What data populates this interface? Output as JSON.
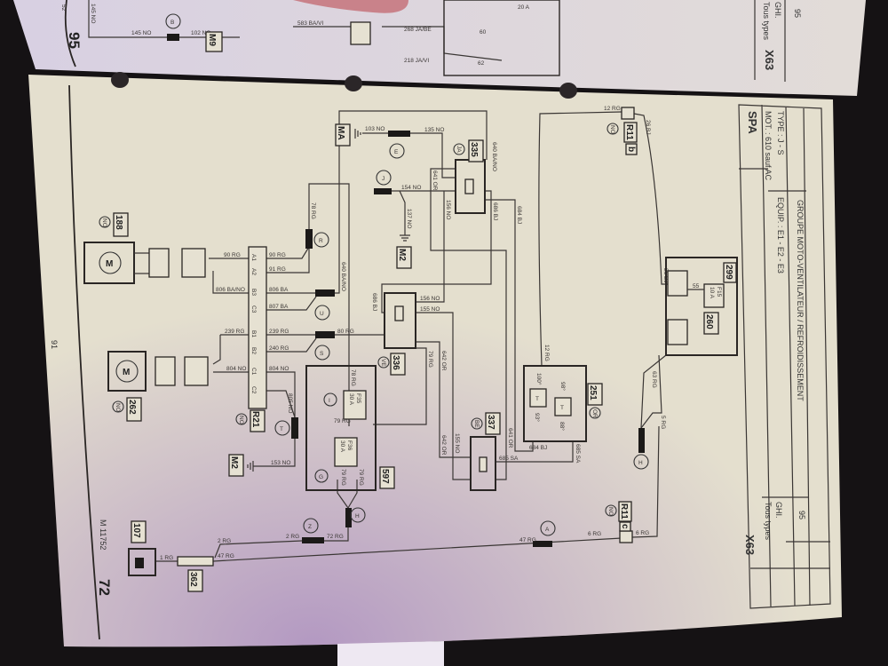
{
  "title_block": {
    "title": "GROUPE MOTO-VENTILATEUR / REFROIDISSEMENT",
    "brand": "SPA",
    "type": "TYPE : J - S",
    "equip": "EQUIP. : E1 - E2 - E3",
    "mot": "MOT. : 610 sauf AC",
    "number": "95",
    "ghi": "GHI.",
    "tous_types": "Tous types",
    "code": "X63"
  },
  "page": {
    "number": "72",
    "ref": "M 11752",
    "gutter_number": "91"
  },
  "prev_page": {
    "number": "95",
    "partial_ref": "52",
    "connector_b": "B",
    "wire_145": "145 NO",
    "wire_145b": "145 NO",
    "wire_102": "102 NO",
    "ground_m9": "M9",
    "wire_583": "583 BA/VI",
    "wire_268": "268 JA/BE",
    "wire_218": "218 JA/VI",
    "wire_60": "60",
    "wire_62": "62",
    "ghi": "GHI.",
    "tous_types": "Tous types",
    "code": "X63",
    "fuse": "20 A"
  },
  "components": {
    "c188": "188",
    "c262": "262",
    "r21": "R21",
    "c335": "335",
    "c336": "336",
    "c337": "337",
    "c597": "597",
    "c251": "251",
    "c299": "299",
    "c260": "260",
    "c107": "107",
    "c362": "362",
    "r11_top": "R11",
    "r11_top_sub": "b",
    "r11_bottom": "R11",
    "r11_bottom_sub": "c",
    "m2_a": "M2",
    "m2_b": "M2",
    "ma": "MA",
    "f35": "F35",
    "f36": "F36",
    "amp35": "30 A",
    "amp36": "30 A",
    "motor": "M",
    "thermo_t1": "T",
    "thermo_t2": "T",
    "f15": "F15",
    "amp15": "10 A"
  },
  "color_codes": {
    "c188": "NO",
    "c262": "NO",
    "r21": "NO",
    "c335": "JA",
    "c336": "VE",
    "c337": "BE",
    "c251": "OR",
    "r11": "NO"
  },
  "connectors": {
    "R": "R",
    "U": "U",
    "S": "S",
    "T": "T",
    "E": "E",
    "J": "J",
    "H": "H",
    "Z": "Z",
    "A": "A",
    "I": "I",
    "G": "G",
    "H2": "H"
  },
  "pins": {
    "A1": "A1",
    "A2": "A2",
    "B3": "B3",
    "C3": "C3",
    "B1": "B1",
    "B2": "B2",
    "C1": "C1",
    "C2": "C2"
  },
  "wires": {
    "w90a": "90 RG",
    "w90b": "90 RG",
    "w91": "91 RG",
    "w806a": "806 BA/NO",
    "w806b": "806 BA",
    "w807": "807 BA",
    "w239a": "239 RG",
    "w239b": "239 RG",
    "w240": "240 RG",
    "w804a": "804 NO",
    "w804b": "804 NO",
    "w805": "805 NO",
    "w153": "153 NO",
    "w78": "78 RG",
    "w640": "640 BA/NO",
    "w80": "80 RG",
    "w103": "103 NO",
    "w135": "135 NO",
    "w154": "154 NO",
    "w137": "137 NO",
    "w641a": "641 OR",
    "w641b": "641 OR",
    "w156a": "156 NO",
    "w156b": "156 NO",
    "w155a": "155 NO",
    "w155b": "155 NO",
    "w686a": "686 BJ",
    "w686b": "686 BJ",
    "w684a": "684 BJ",
    "w684b": "684 BJ",
    "w642a": "642 OR",
    "w642b": "642 OR",
    "w79a": "79 RG",
    "w79b": "79 RG",
    "w685a": "685 SA",
    "w685b": "685 SA",
    "w12a": "12 RG",
    "w12b": "12 RG",
    "w26a": "26 BJ",
    "w26b": "26 BJ",
    "w63": "63 RG",
    "w5": "5 RG",
    "w6a": "6 RG",
    "w6b": "6 RG",
    "w47a": "47 RG",
    "w47b": "47 RG",
    "w1": "1 RG",
    "w2a": "2 RG",
    "w2b": "2 RG",
    "w72": "72 RG",
    "w79c": "79 RG",
    "w79d": "79 RG",
    "w78b": "78 RG",
    "w55": "55"
  },
  "thermo": {
    "t100": "100°",
    "t98": "98°",
    "t88": "88°",
    "t93": "93°"
  }
}
